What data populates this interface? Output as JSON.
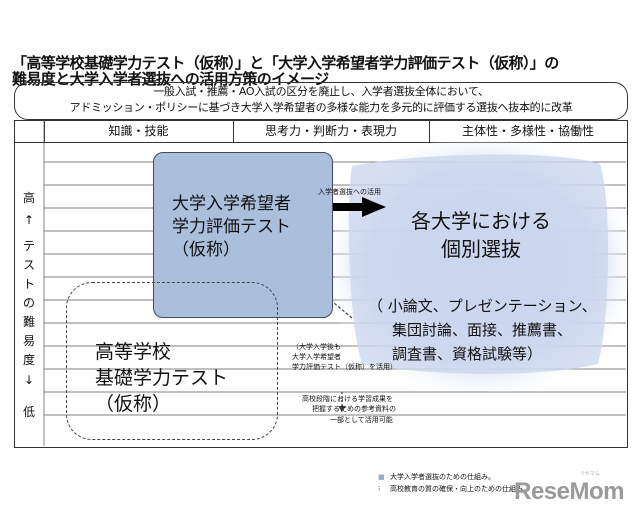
{
  "title": {
    "line1": "「高等学校基礎学力テスト（仮称）」と「大学入学希望者学力評価テスト（仮称）」の",
    "line2": "難易度と大学入学者選抜への活用方策のイメージ"
  },
  "subtitle": {
    "line1": "一般入試・推薦・AO入試の区分を廃止し、入学者選抜全体において、",
    "line2": "アドミッション・ポリシーに基づき大学入学希望者の多様な能力を多元的に評価する選抜へ抜本的に改革"
  },
  "columns": [
    "知識・技能",
    "思考力・判断力・表現力",
    "主体性・多様性・協働性"
  ],
  "axis": {
    "top": "高",
    "arrow_up": "↑",
    "chars": [
      "テ",
      "ス",
      "ト",
      "の",
      "難",
      "易",
      "度"
    ],
    "arrow_down": "↓",
    "bottom": "低"
  },
  "university_test": {
    "lines": [
      "大学入学希望者",
      "学力評価テスト",
      "（仮称）"
    ]
  },
  "arrow_label": "入学者選抜への活用",
  "selection": {
    "lines": [
      "各大学における",
      "個別選抜"
    ],
    "methods": [
      "（ 小論文、プレゼンテーション、",
      "集団討論、面接、推薦書、",
      "調査書、資格試験等）"
    ]
  },
  "highschool_test": {
    "lines": [
      "高等学校",
      "基礎学力テスト",
      "（仮称）"
    ]
  },
  "note1": [
    "（大学入学後も",
    "大学入学希望者",
    "学力評価テスト（仮称）を活用）"
  ],
  "note2": [
    "高校段階における学習成果を",
    "把握するための参考資料の",
    "一部として活用可能"
  ],
  "legend": [
    {
      "symbol": "■",
      "label": "大学入学者選抜のための仕組み。"
    },
    {
      "symbol": "⁝",
      "label": "高校教育の質の確保・向上のための仕組み。"
    }
  ],
  "logo": {
    "text": "ReseMom",
    "sub": "リセマム"
  },
  "colors": {
    "blue_box": "#a9bfdc",
    "glow": "#c6d4ec",
    "arrow": "#000000"
  }
}
